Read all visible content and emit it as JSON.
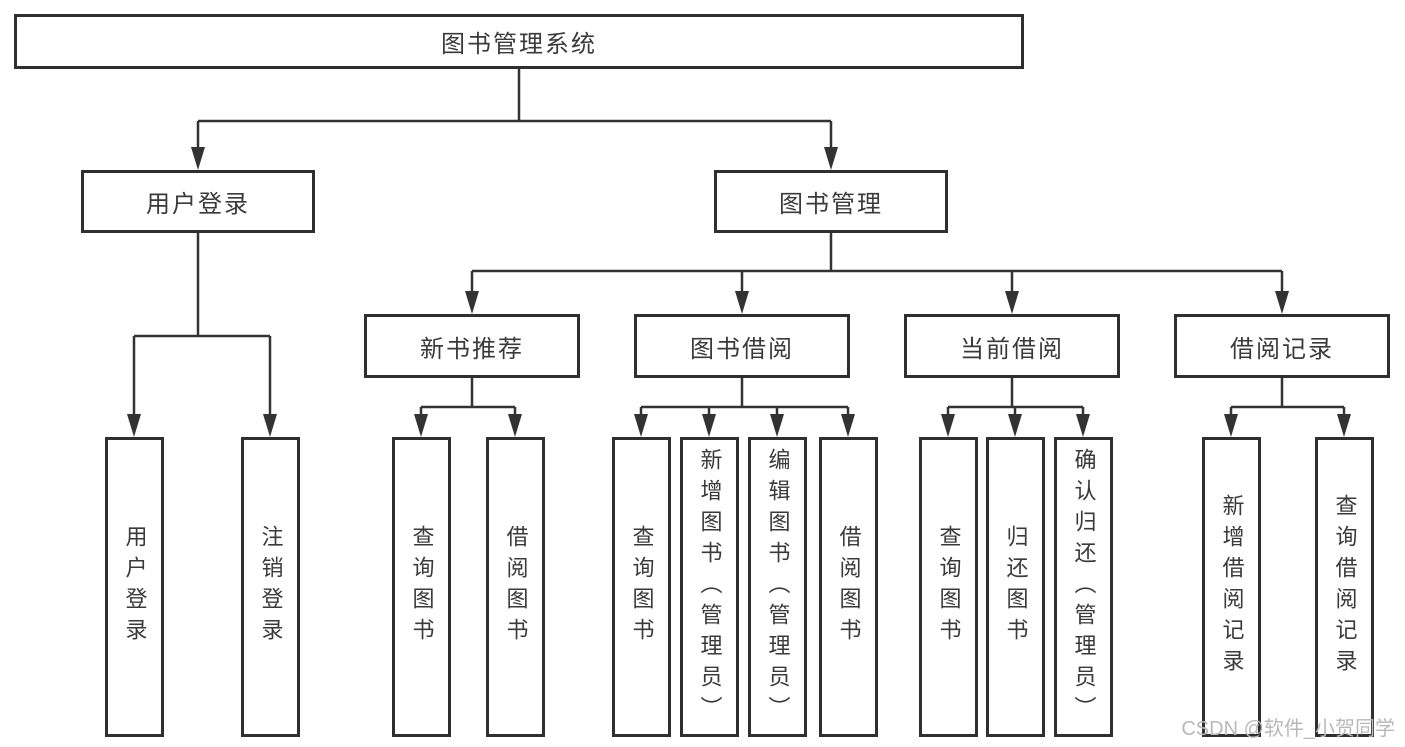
{
  "diagram": {
    "type": "hierarchy-tree",
    "root": {
      "label": "图书管理系统",
      "children": [
        {
          "label": "用户登录",
          "children": [
            {
              "label": "用户登录"
            },
            {
              "label": "注销登录"
            }
          ]
        },
        {
          "label": "图书管理",
          "children": [
            {
              "label": "新书推荐",
              "children": [
                {
                  "label": "查询图书"
                },
                {
                  "label": "借阅图书"
                }
              ]
            },
            {
              "label": "图书借阅",
              "children": [
                {
                  "label": "查询图书"
                },
                {
                  "label": "新增图书（管理员）"
                },
                {
                  "label": "编辑图书（管理员）"
                },
                {
                  "label": "借阅图书"
                }
              ]
            },
            {
              "label": "当前借阅",
              "children": [
                {
                  "label": "查询图书"
                },
                {
                  "label": "归还图书"
                },
                {
                  "label": "确认归还（管理员）"
                }
              ]
            },
            {
              "label": "借阅记录",
              "children": [
                {
                  "label": "新增借阅记录"
                },
                {
                  "label": "查询借阅记录"
                }
              ]
            }
          ]
        }
      ]
    },
    "colors": {
      "box_border": "#2f2f2f",
      "connector": "#333333",
      "text": "#3a3a3a",
      "background": "#ffffff",
      "watermark_text": "#b9b9b9"
    }
  },
  "watermark": {
    "text": "CSDN @软件_小贺同学"
  }
}
